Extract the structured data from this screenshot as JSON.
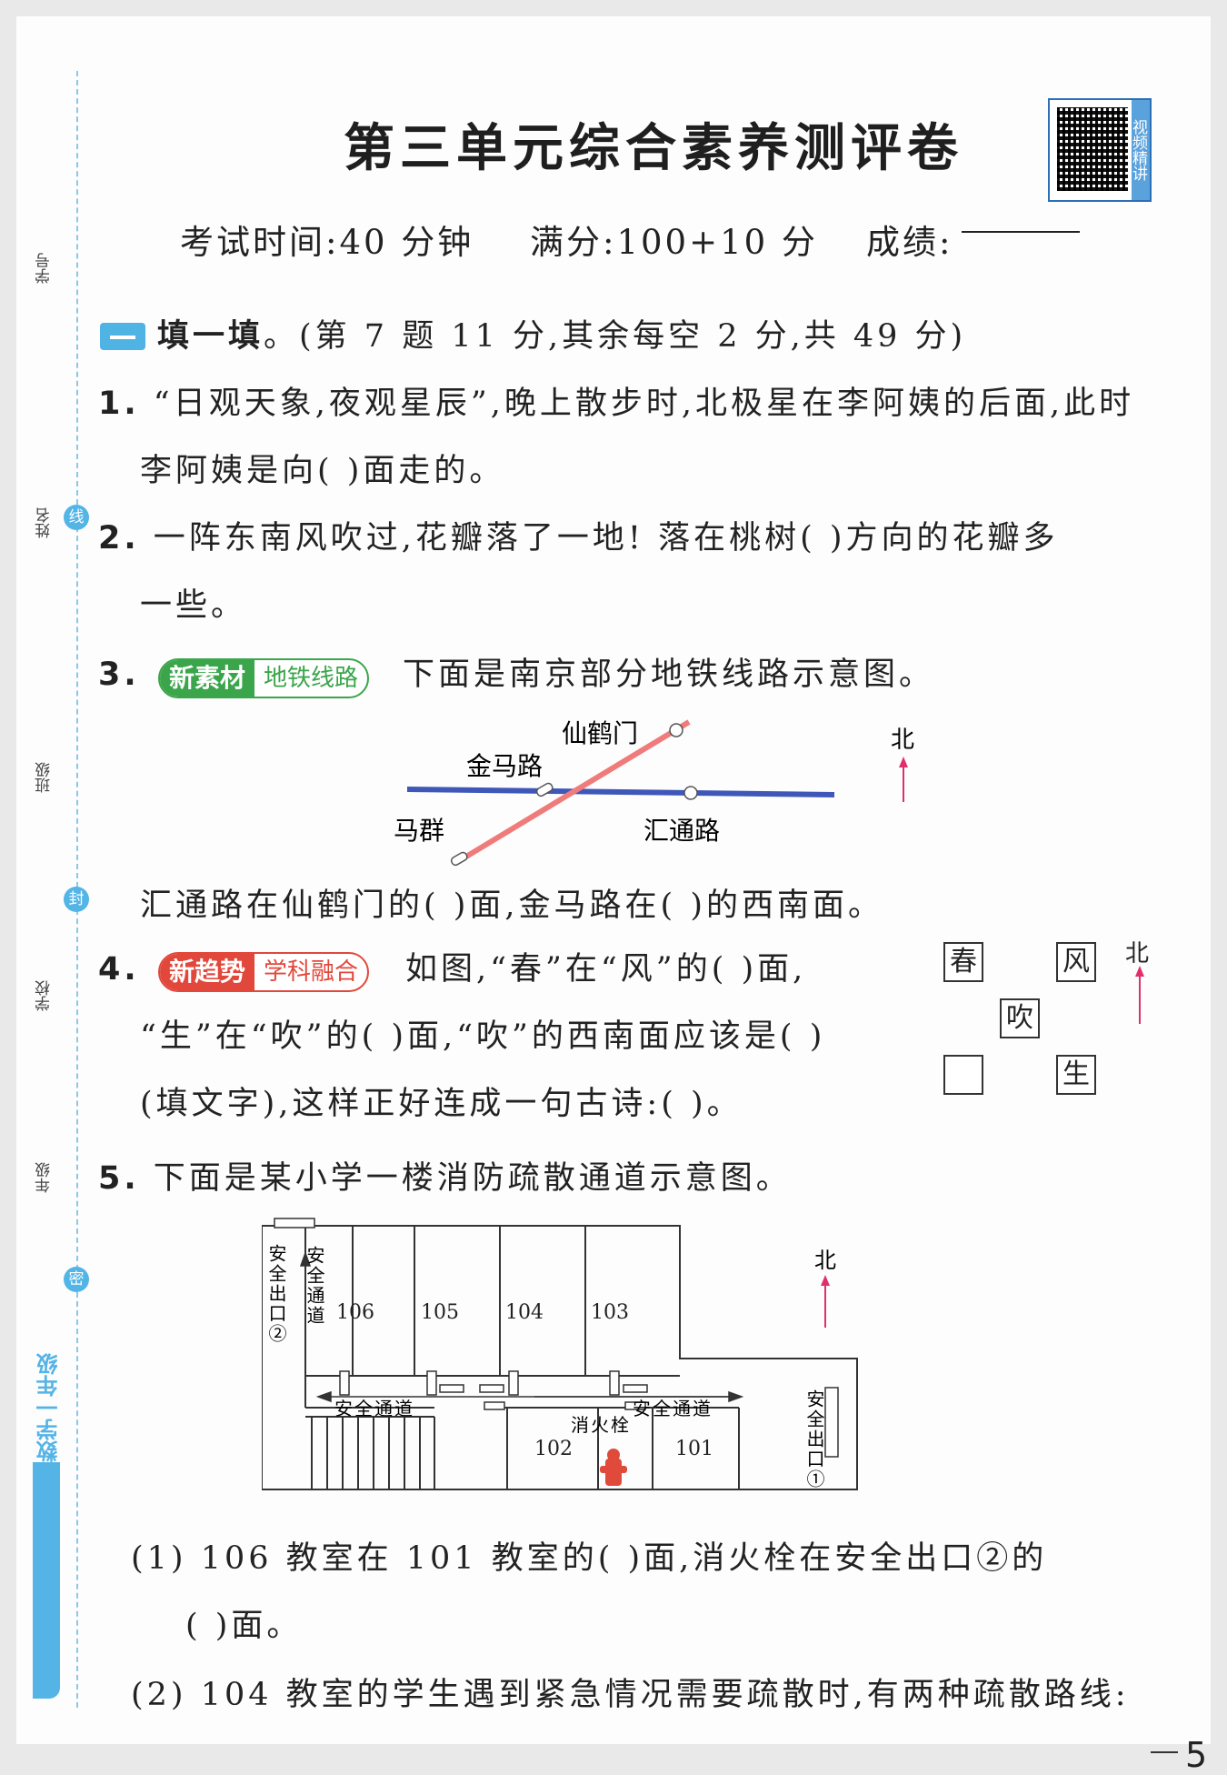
{
  "title": "第三单元综合素养测评卷",
  "qr": {
    "label": "视频精讲"
  },
  "exam_info": {
    "time": "考试时间:40 分钟",
    "score": "满分:100+10 分",
    "grade": "成绩:"
  },
  "section1": {
    "title": "填一填",
    "note": "。(第 7 题 11 分,其余每空 2 分,共 49 分)"
  },
  "q1": {
    "num": "1.",
    "line1": "“日观天象,夜观星辰”,晚上散步时,北极星在李阿姨的后面,此时",
    "line2": "李阿姨是向(      )面走的。"
  },
  "q2": {
    "num": "2.",
    "line1": "一阵东南风吹过,花瓣落了一地!  落在桃树(      )方向的花瓣多",
    "line2": "一些。"
  },
  "q3": {
    "num": "3.",
    "tag_a": "新素材",
    "tag_b": "地铁线路",
    "text": "下面是南京部分地铁线路示意图。",
    "map": {
      "stations": [
        "仙鹤门",
        "金马路",
        "马群",
        "汇通路"
      ],
      "north": "北",
      "line_colors": {
        "line2": "#3f57b8",
        "line4": "#ef7b7b"
      }
    },
    "answer_line": "汇通路在仙鹤门的(      )面,金马路在(           )的西南面。"
  },
  "q4": {
    "num": "4.",
    "tag_a": "新趋势",
    "tag_b": "学科融合",
    "line1": "如图,“春”在“风”的(      )面,",
    "line2": "“生”在“吹”的(      )面,“吹”的西南面应该是(      )",
    "line3": "(填文字),这样正好连成一句古诗:(              )。",
    "grid": {
      "chun": "春",
      "feng": "风",
      "chui": "吹",
      "sheng": "生",
      "blank": ""
    },
    "north": "北"
  },
  "q5": {
    "num": "5.",
    "text": "下面是某小学一楼消防疏散通道示意图。",
    "plan": {
      "rooms_top": [
        "106",
        "105",
        "104",
        "103"
      ],
      "rooms_bottom": [
        "102",
        "101"
      ],
      "exit2": "安全出口②",
      "exit1": "安全出口①",
      "channel_vertical": "安全通道",
      "channel_left": "安全通道",
      "channel_right": "安全通道",
      "hydrant": "消火栓",
      "north": "北"
    },
    "sub1_line1": "(1) 106 教室在 101 教室的(      )面,消火栓在安全出口②的",
    "sub1_line2": "(      )面。",
    "sub2_line1": "(2) 104 教室的学生遇到紧急情况需要疏散时,有两种疏散路线:"
  },
  "sidebar": {
    "labels": [
      "学号",
      "姓名",
      "班级",
      "学校",
      "年级"
    ],
    "circle_top": "线",
    "circle_mid": "封",
    "circle_bottom": "密",
    "series": "数学一年级"
  },
  "page_number": "5"
}
